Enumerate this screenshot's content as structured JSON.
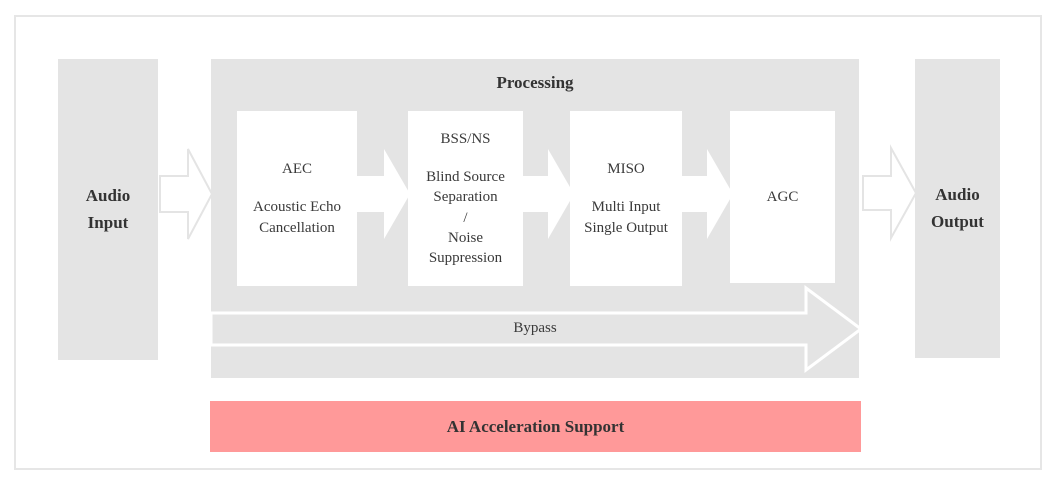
{
  "diagram": {
    "title_visible": false,
    "colors": {
      "frame_border": "#e6e6e6",
      "panel_gray": "#e4e4e4",
      "stage_white": "#ffffff",
      "accent_red": "#ff9999",
      "text": "#333333"
    },
    "io": {
      "input": {
        "label_line1": "Audio",
        "label_line2": "Input"
      },
      "output": {
        "label_line1": "Audio",
        "label_line2": "Output"
      }
    },
    "processing": {
      "title": "Processing",
      "stages": [
        {
          "id": "aec",
          "title": "AEC",
          "sub_lines": [
            "Acoustic Echo",
            "Cancellation"
          ]
        },
        {
          "id": "bss-ns",
          "title": "BSS/NS",
          "sub_lines": [
            "Blind Source",
            "Separation",
            "/",
            "Noise",
            "Suppression"
          ]
        },
        {
          "id": "miso",
          "title": "MISO",
          "sub_lines": [
            "Multi Input",
            "Single Output"
          ]
        },
        {
          "id": "agc",
          "title": "AGC",
          "sub_lines": []
        }
      ],
      "bypass_label": "Bypass"
    },
    "footer_bar": {
      "label": "AI Acceleration Support"
    },
    "arrows": [
      {
        "name": "input-to-aec"
      },
      {
        "name": "aec-to-bssns"
      },
      {
        "name": "bssns-to-miso"
      },
      {
        "name": "miso-to-agc"
      },
      {
        "name": "agc-to-output"
      },
      {
        "name": "bypass-arrow"
      }
    ]
  }
}
